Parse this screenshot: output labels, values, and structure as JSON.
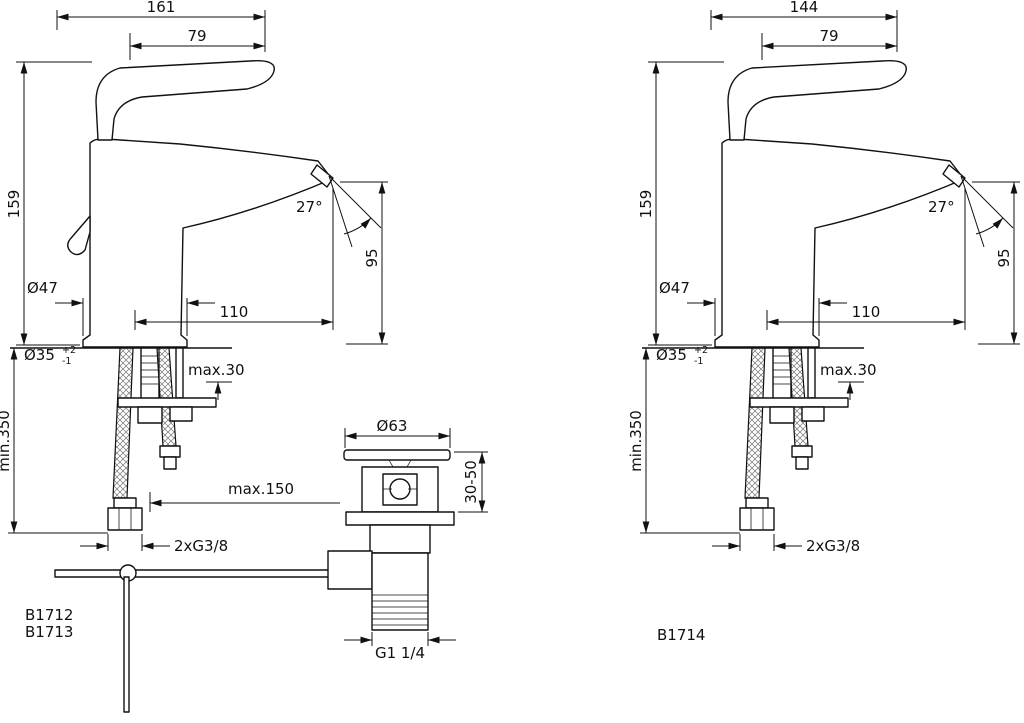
{
  "left": {
    "codes": {
      "line1": "B1712",
      "line2": "B1713"
    },
    "dims": {
      "overall": "161",
      "handle": "79",
      "height": "159",
      "angle": "27°",
      "spout_height": "95",
      "base_dia": "Ø47",
      "reach": "110",
      "hole_dia": "Ø35",
      "hole_tol_plus": "+2",
      "hole_tol_minus": "-1",
      "deck_thickness": "max.30",
      "hose_length": "min.350",
      "rod_length": "max.150",
      "supply_conn": "2xG3/8",
      "waste_dia": "Ø63",
      "waste_clamp": "30-50",
      "waste_thread": "G1 1/4"
    }
  },
  "right": {
    "code": "B1714",
    "dims": {
      "overall": "144",
      "handle": "79",
      "height": "159",
      "angle": "27°",
      "spout_height": "95",
      "base_dia": "Ø47",
      "reach": "110",
      "hole_dia": "Ø35",
      "hole_tol_plus": "+2",
      "hole_tol_minus": "-1",
      "deck_thickness": "max.30",
      "hose_length": "min.350",
      "supply_conn": "2xG3/8"
    }
  }
}
